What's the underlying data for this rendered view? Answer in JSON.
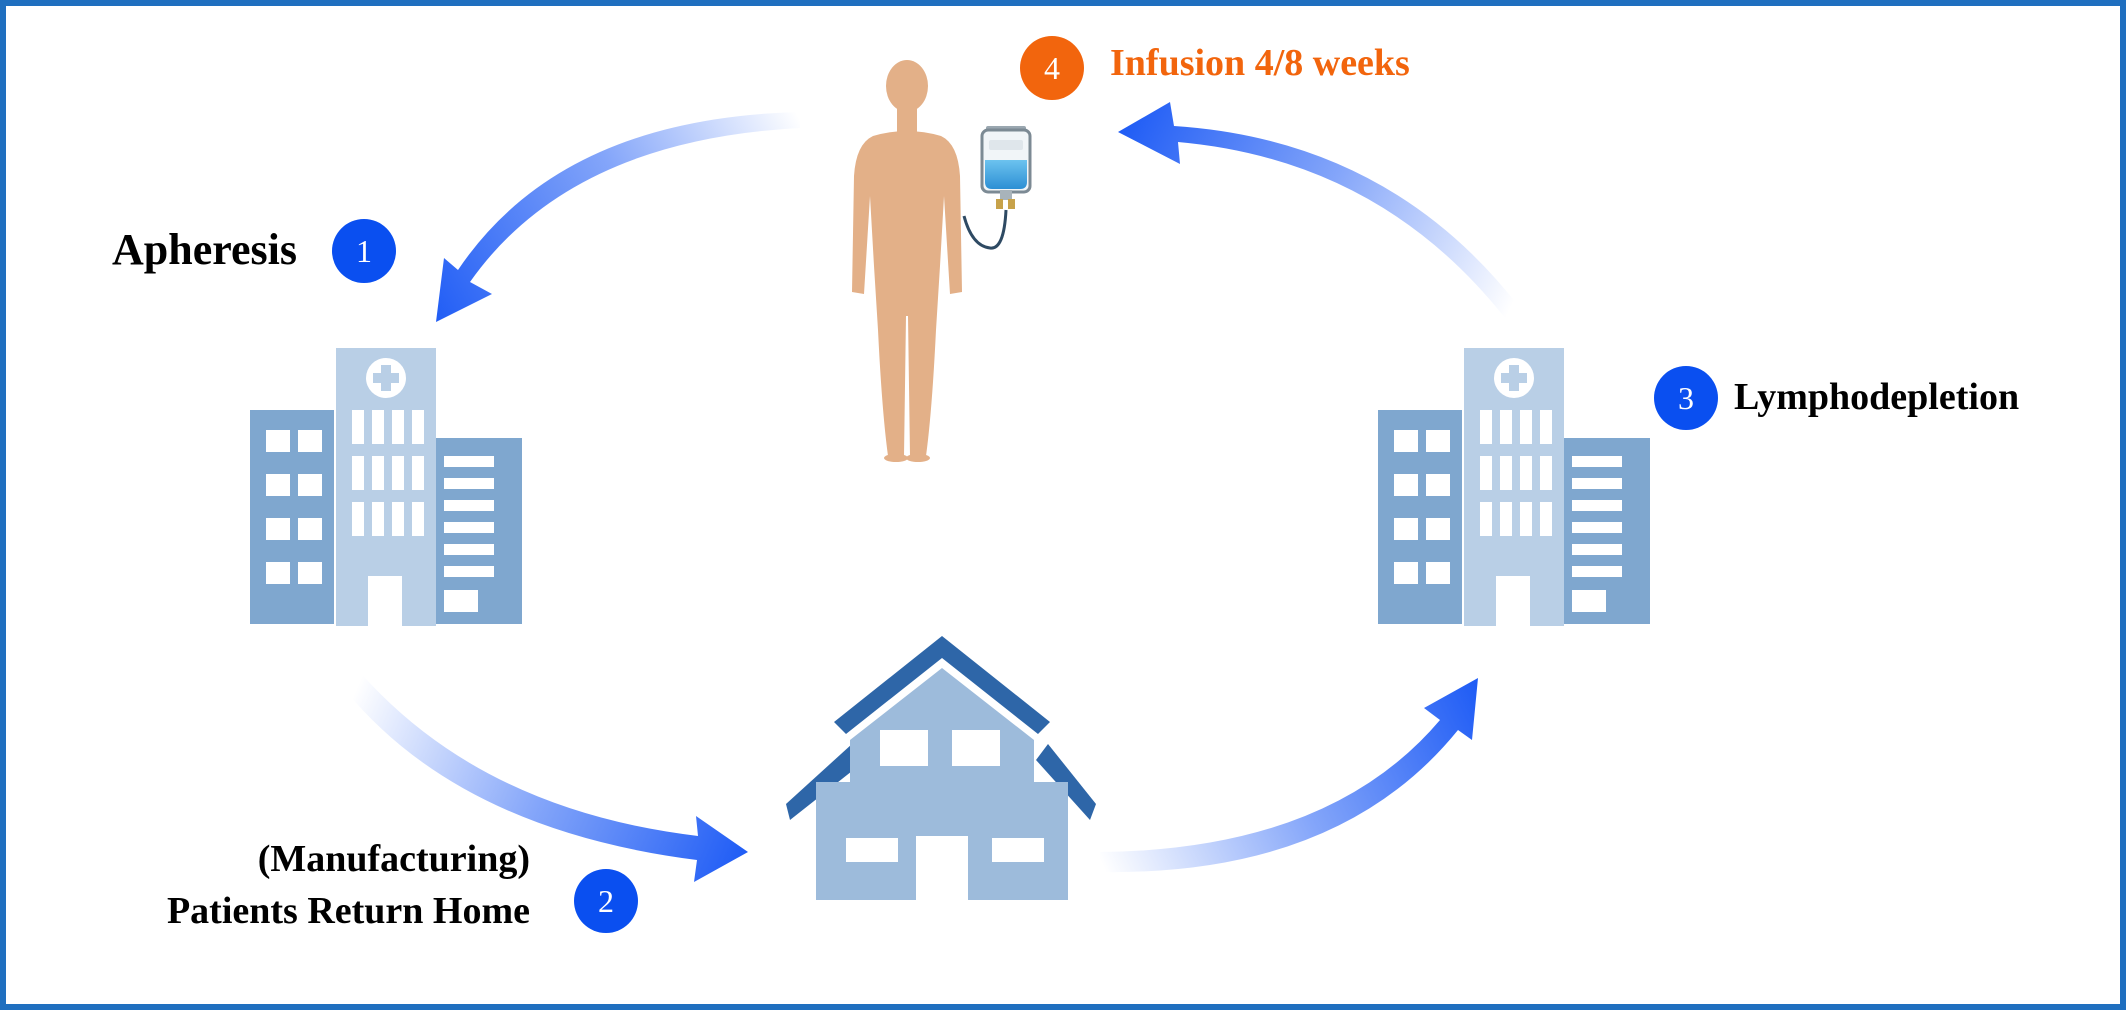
{
  "steps": [
    {
      "number": "1",
      "label": "Apheresis"
    },
    {
      "number": "2",
      "label_line1": "(Manufacturing)",
      "label_line2": "Patients Return Home"
    },
    {
      "number": "3",
      "label": "Lymphodepletion"
    },
    {
      "number": "4",
      "label": "Infusion 4/8 weeks"
    }
  ],
  "colors": {
    "frame": "#1f6fbf",
    "badge_blue": "#0a4ff0",
    "badge_orange": "#f2650d",
    "step4_text": "#f2650d",
    "arrow": "#1f5cf5",
    "building_dark": "#7fa7cf",
    "building_light": "#b9cfe6",
    "house": "#9dbbdb",
    "roof": "#2e66a8",
    "skin": "#e3b088"
  },
  "icons": [
    "hospital-icon",
    "house-icon",
    "patient-icon",
    "iv-bag-icon"
  ]
}
